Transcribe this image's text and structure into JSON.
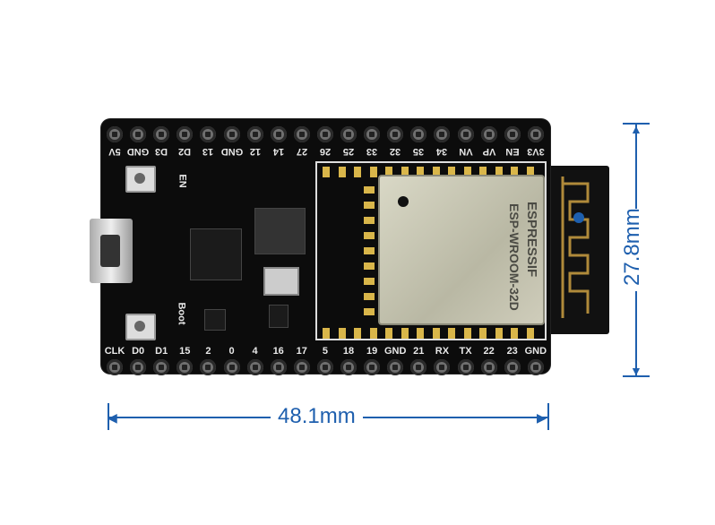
{
  "board": {
    "top_pins": [
      "5V",
      "GND",
      "D3",
      "D2",
      "13",
      "GND",
      "12",
      "14",
      "27",
      "26",
      "25",
      "33",
      "32",
      "35",
      "34",
      "VN",
      "VP",
      "EN",
      "3V3"
    ],
    "bottom_pins": [
      "CLK",
      "D0",
      "D1",
      "15",
      "2",
      "0",
      "4",
      "16",
      "17",
      "5",
      "18",
      "19",
      "GND",
      "21",
      "RX",
      "TX",
      "22",
      "23",
      "GND"
    ],
    "button_labels": {
      "en": "EN",
      "boot": "Boot"
    },
    "module": {
      "brand": "ESPRESSIF",
      "model": "ESP-WROOM-32D"
    }
  },
  "dimensions": {
    "width": "48.1mm",
    "height": "27.8mm",
    "color": "#1e5fae"
  },
  "colors": {
    "pcb": "#0c0c0c",
    "pads": "#d9b64a",
    "shield": "#c9c8b4"
  }
}
